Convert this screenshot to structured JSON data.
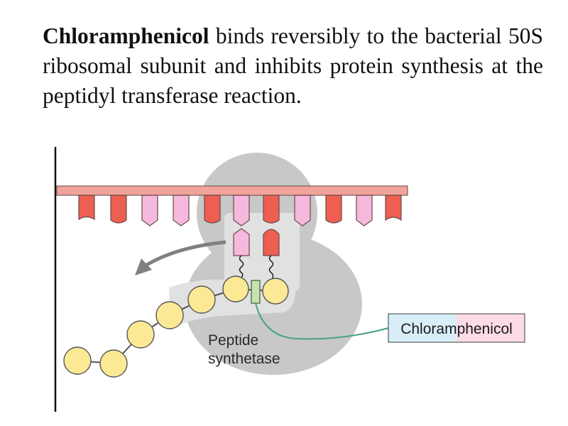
{
  "caption": {
    "bold_term": "Chloramphenicol",
    "rest": " binds reversibly to the bacterial 50S ribosomal subunit and inhibits protein synthesis at the peptidyl transferase reaction."
  },
  "diagram": {
    "site_label_line1": "Peptide",
    "site_label_line2": "synthetase",
    "drug_label_a": "Chloram",
    "drug_label_b": "phenicol",
    "colors": {
      "ribosome": "#c8c8c8",
      "mrna": "#f2a39b",
      "codon_red": "#ec5f51",
      "codon_pink": "#f4b9dc",
      "amino_acid": "#fbe995",
      "drug": "#c6e1b2",
      "pointer": "#45a27c",
      "box_left": "#d9eef8",
      "box_right": "#fbdbe6",
      "arrow": "#808080"
    }
  }
}
